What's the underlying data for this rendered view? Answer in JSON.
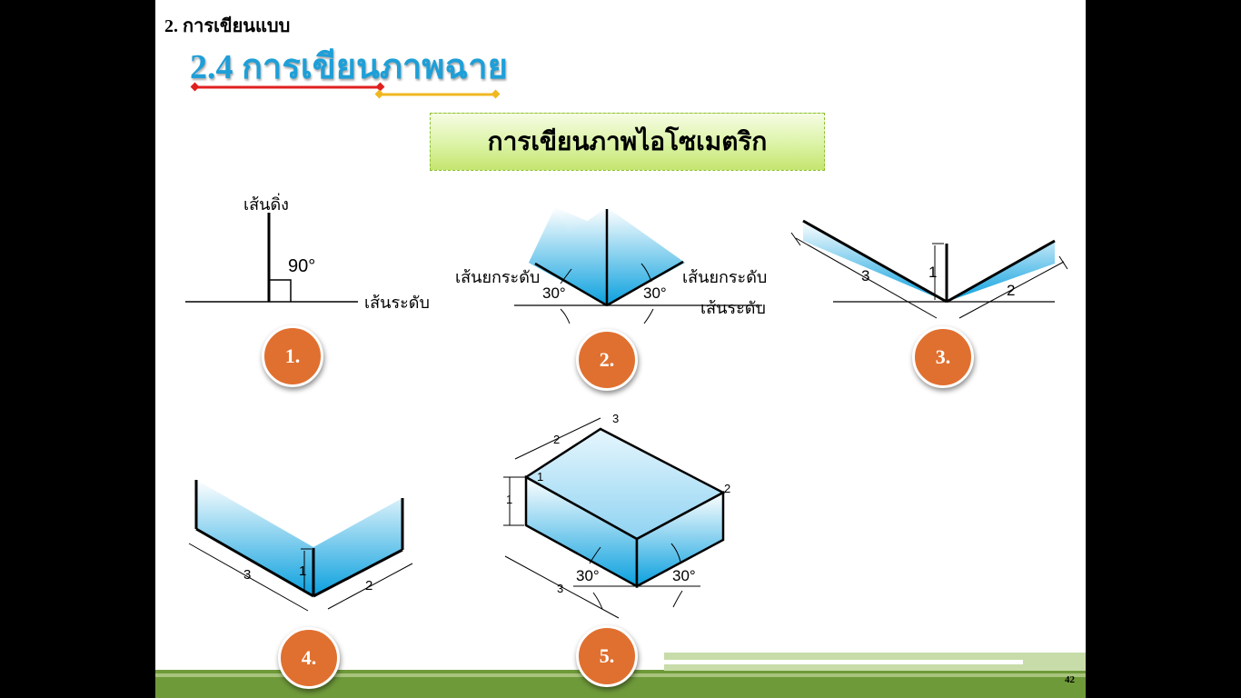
{
  "header": {
    "section": "2. การเขียนแบบ",
    "title": "2.4 การเขียนภาพฉาย",
    "colors": {
      "title": "#1e9fd8",
      "underline_red": "#e02020",
      "underline_yellow": "#f0b820"
    }
  },
  "banner": {
    "text": "การเขียนภาพไอโซเมตริก"
  },
  "steps": [
    {
      "badge": "1.",
      "labels": {
        "vertical": "เส้นดิ่ง",
        "angle": "90°",
        "horizontal": "เส้นระดับ"
      }
    },
    {
      "badge": "2.",
      "labels": {
        "left_slope": "เส้นยกระดับ",
        "right_slope": "เส้นยกระดับ",
        "angle_left": "30°",
        "angle_right": "30°",
        "horizontal": "เส้นระดับ"
      }
    },
    {
      "badge": "3.",
      "labels": {
        "dim_left": "3",
        "dim_height": "1",
        "dim_right": "2"
      }
    },
    {
      "badge": "4.",
      "labels": {
        "dim_left": "3",
        "dim_height": "1",
        "dim_right": "2"
      }
    },
    {
      "badge": "5.",
      "labels": {
        "dim_top_right": "3",
        "dim_top_left": "2",
        "corner_a": "1",
        "corner_b": "2",
        "dim_height": "1",
        "angle_left": "30°",
        "angle_right": "30°",
        "dim_bottom": "3"
      }
    }
  ],
  "footer": {
    "page_number": "42",
    "colors": {
      "band_dark": "#6f9a3a",
      "band_light": "#c8dcaa"
    }
  }
}
